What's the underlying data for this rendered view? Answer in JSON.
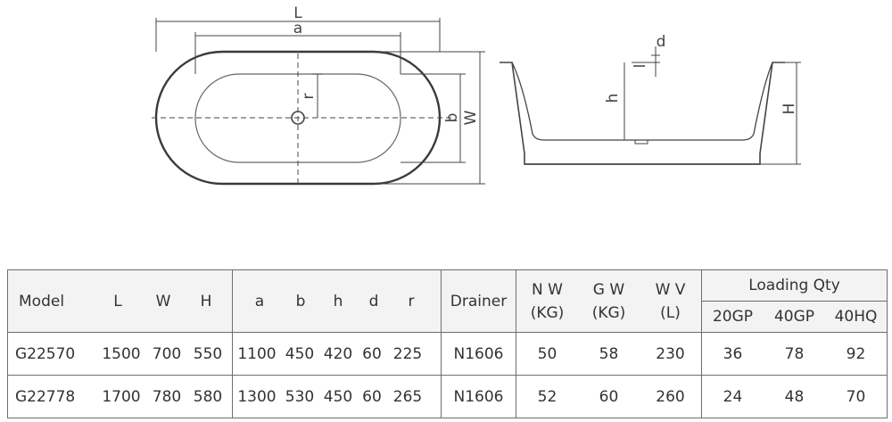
{
  "drawing": {
    "top_view_labels": {
      "length": "L",
      "inner_length": "a",
      "radius": "r",
      "inner_width": "b",
      "width": "W"
    },
    "side_view_labels": {
      "drain_depth": "d",
      "lip": "l",
      "inner_height": "h",
      "height": "H"
    }
  },
  "table": {
    "headers": {
      "model": "Model",
      "L": "L",
      "W": "W",
      "H": "H",
      "a": "a",
      "b": "b",
      "h": "h",
      "d": "d",
      "r": "r",
      "drainer": "Drainer",
      "nw_top": "N W",
      "nw_bottom": "(KG)",
      "gw_top": "G W",
      "gw_bottom": "(KG)",
      "wv_top": "W V",
      "wv_bottom": "(L)",
      "loading": "Loading Qty",
      "gp20": "20GP",
      "gp40": "40GP",
      "hq40": "40HQ"
    },
    "rows": [
      {
        "model": "G22570",
        "L": "1500",
        "W": "700",
        "H": "550",
        "a": "1100",
        "b": "450",
        "h": "420",
        "d": "60",
        "r": "225",
        "drainer": "N1606",
        "nw": "50",
        "gw": "58",
        "wv": "230",
        "gp20": "36",
        "gp40": "78",
        "hq40": "92"
      },
      {
        "model": "G22778",
        "L": "1700",
        "W": "780",
        "H": "580",
        "a": "1300",
        "b": "530",
        "h": "450",
        "d": "60",
        "r": "265",
        "drainer": "N1606",
        "nw": "52",
        "gw": "60",
        "wv": "260",
        "gp20": "24",
        "gp40": "48",
        "hq40": "70"
      }
    ]
  }
}
